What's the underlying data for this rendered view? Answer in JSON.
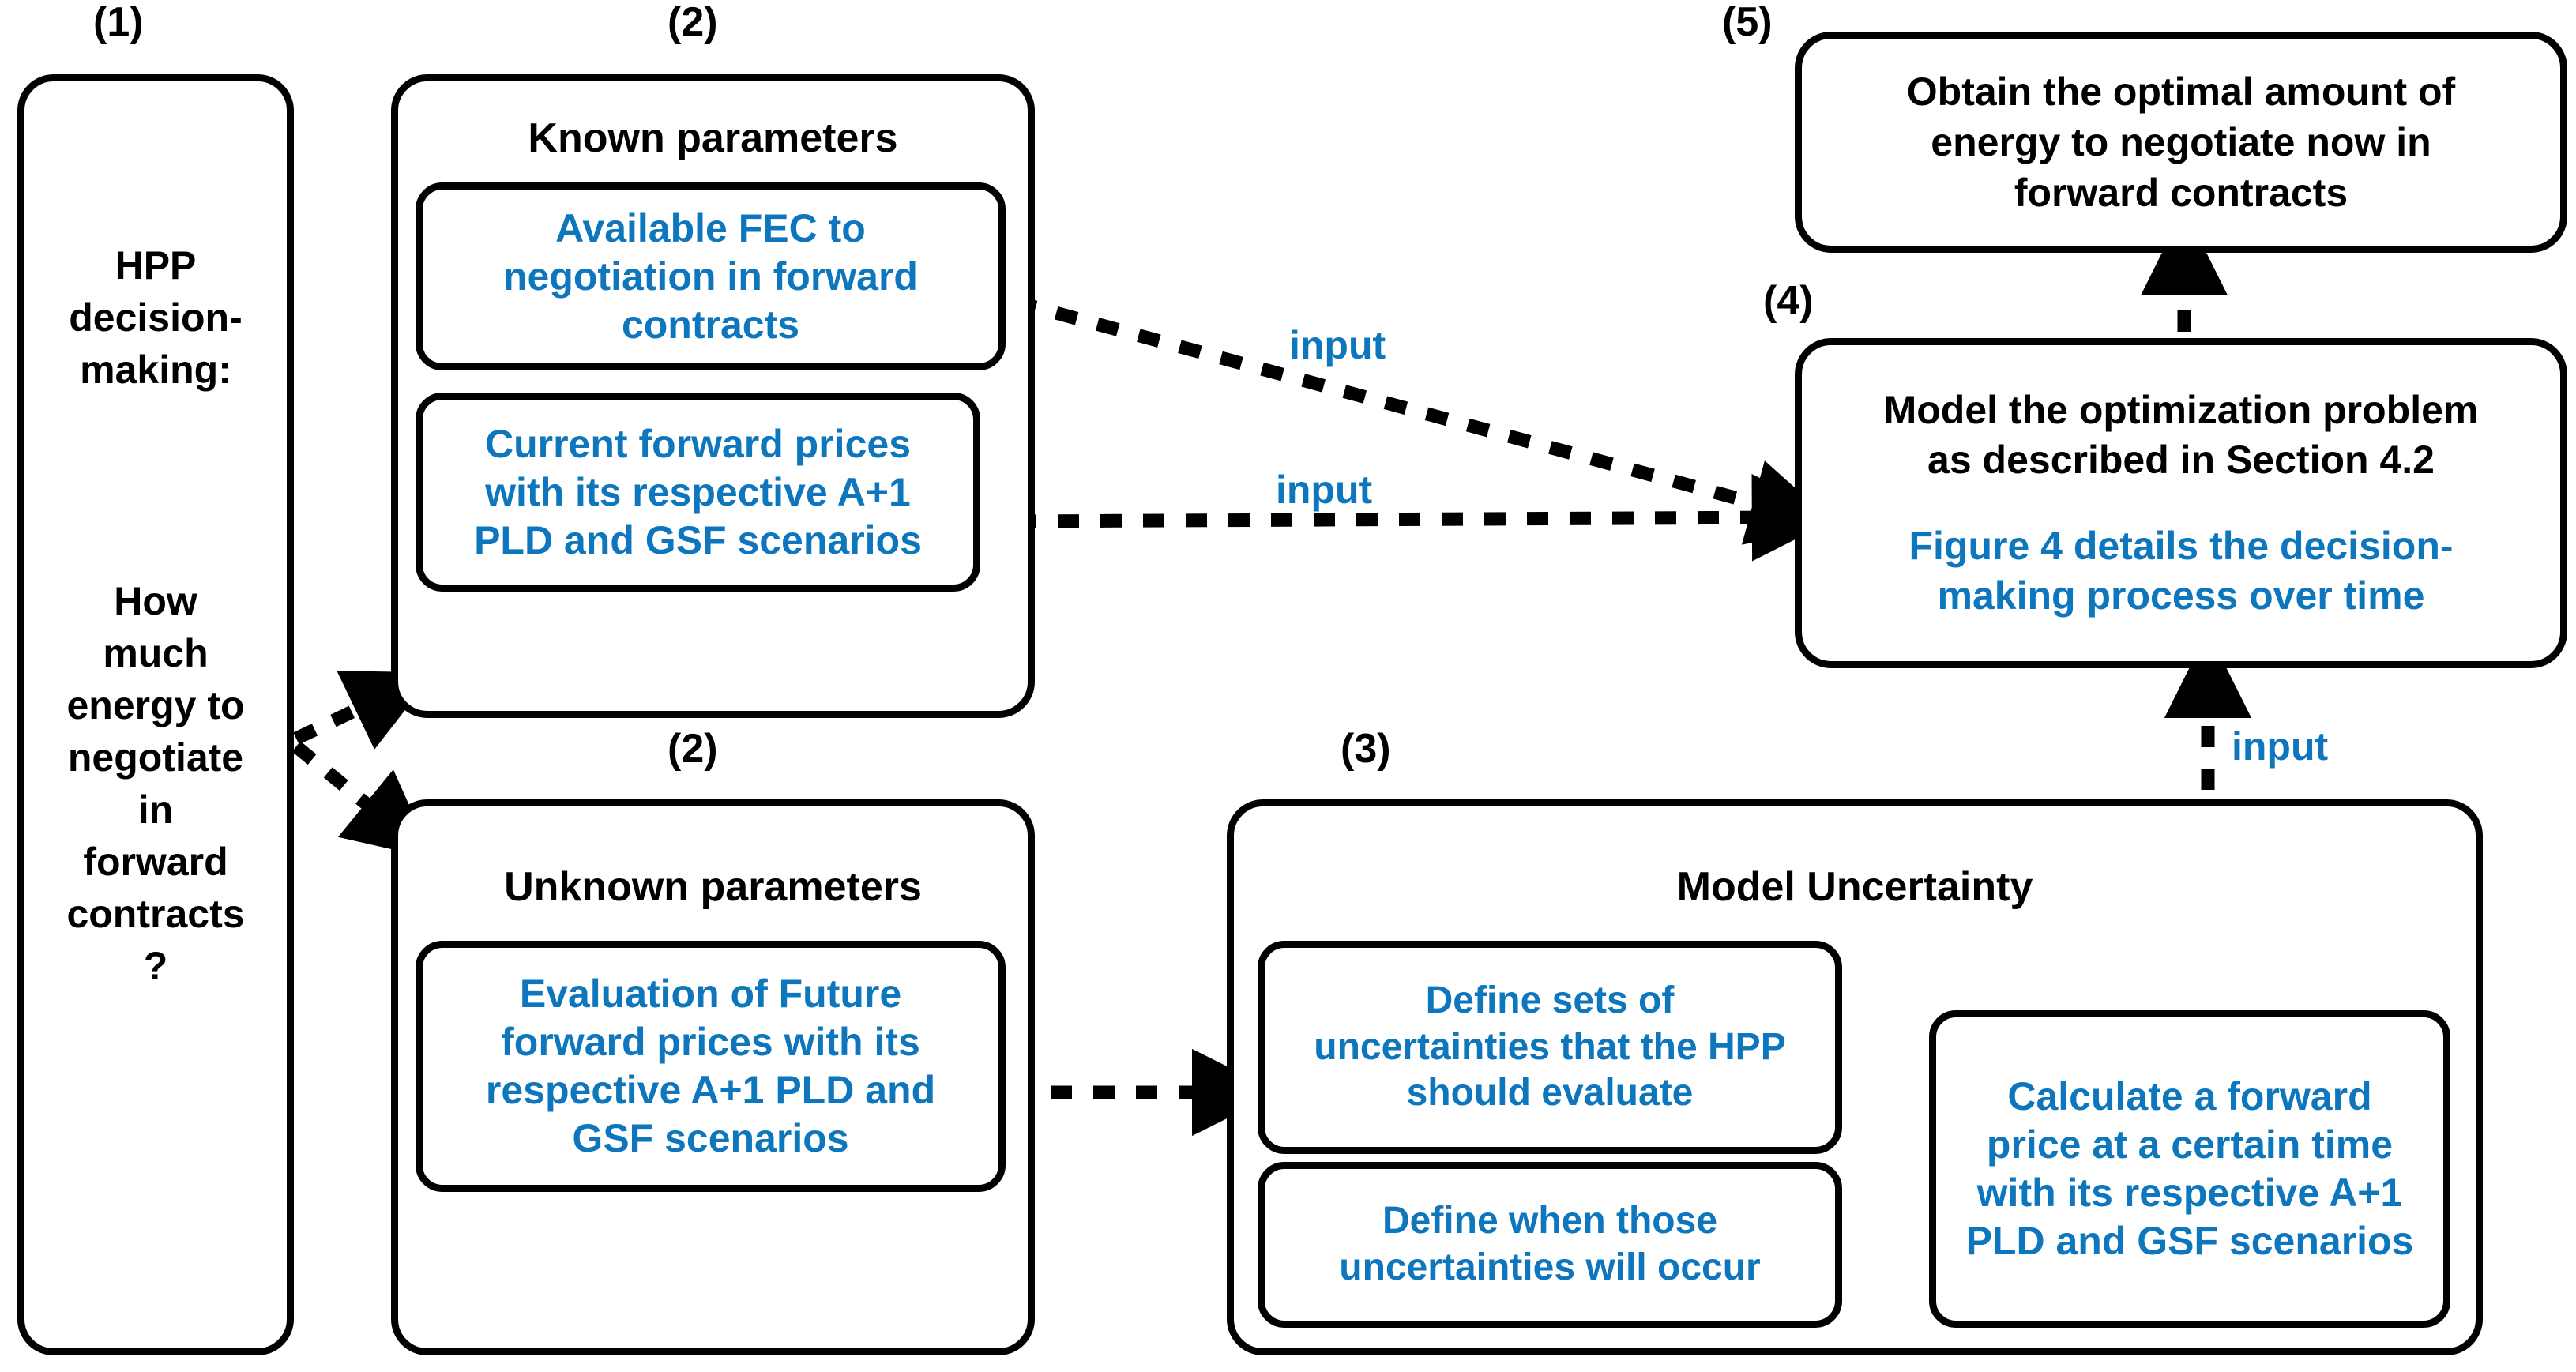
{
  "diagram": {
    "title_text_colors": {
      "accent_blue": "#0E76BC",
      "outline_black": "#000000",
      "background": "#ffffff"
    },
    "group_labels": {
      "one": "(1)",
      "two_known": "(2)",
      "two_unknown": "(2)",
      "three": "(3)",
      "four": "(4)",
      "five": "(5)"
    },
    "box1": {
      "line1": "HPP\ndecision-\nmaking:",
      "line2": "How\nmuch\nenergy to\nnegotiate\nin\nforward\ncontracts\n?"
    },
    "box2_known": {
      "header": "Known parameters",
      "items": [
        "Available FEC to\nnegotiation in forward\ncontracts",
        "Current forward prices\nwith its respective A+1\nPLD and GSF scenarios"
      ]
    },
    "box2_unknown": {
      "header": "Unknown parameters",
      "items": [
        "Evaluation of Future\nforward prices with its\nrespective A+1 PLD and\nGSF scenarios"
      ]
    },
    "box3": {
      "header": "Model Uncertainty",
      "items": [
        "Define sets of\nuncertainties that the HPP\nshould evaluate",
        "Define when those\nuncertainties will occur",
        "Calculate a forward\nprice at a certain time\nwith its respective A+1\nPLD and GSF scenarios"
      ]
    },
    "box4": {
      "line_black": "Model the optimization problem\nas described in Section 4.2",
      "line_blue": "Figure 4 details the decision-\nmaking process over time"
    },
    "box5": {
      "text": "Obtain the optimal amount of\nenergy to negotiate now in\nforward contracts"
    },
    "edge_labels": {
      "input_top": "input",
      "input_mid": "input",
      "input_vertical": "input"
    }
  }
}
